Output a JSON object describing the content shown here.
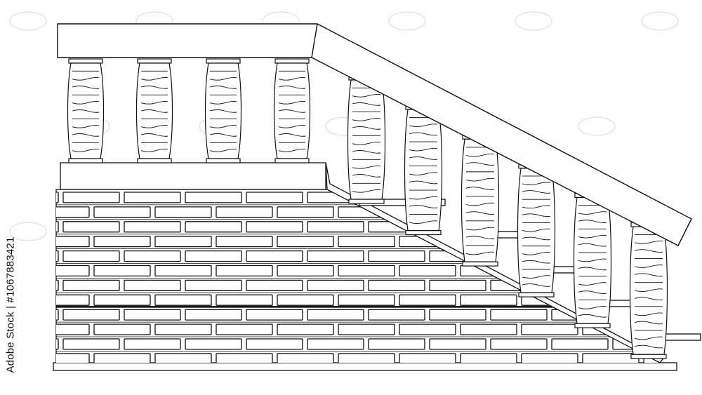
{
  "image": {
    "subject": "line drawing of a staircase balustrade on a brick wall",
    "stroke_color": "#111111",
    "background_color": "#ffffff"
  },
  "stock_id": {
    "text": "Adobe Stock | #1067883421"
  },
  "balusters": {
    "landing_count": 4,
    "stair_count": 6
  }
}
